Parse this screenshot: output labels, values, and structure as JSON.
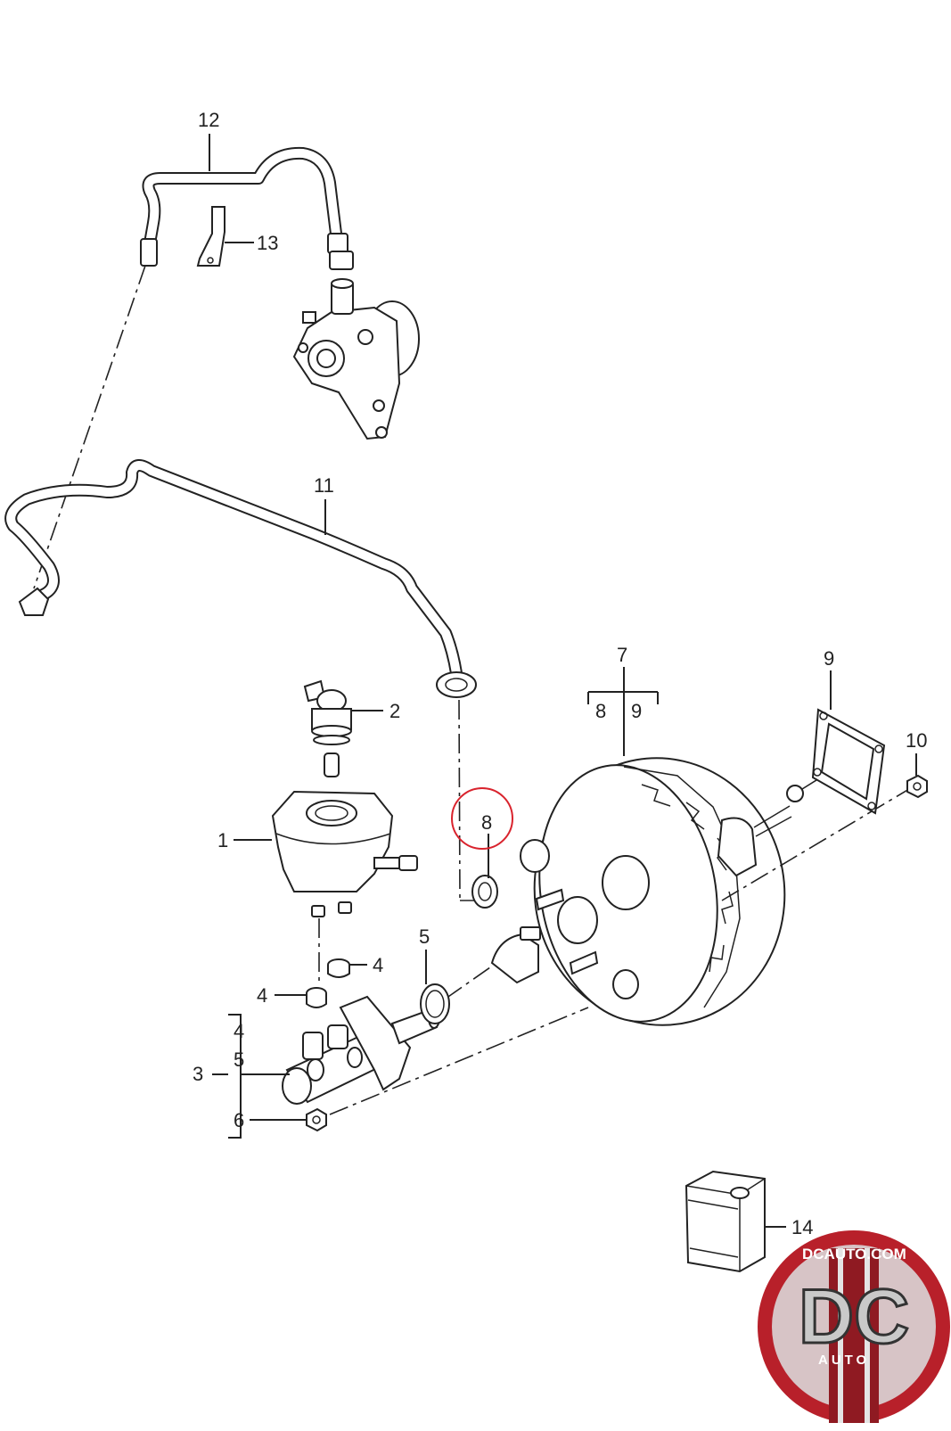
{
  "diagram": {
    "callouts": {
      "c1": "1",
      "c2": "2",
      "c3": "3",
      "c4a": "4",
      "c4b": "4",
      "c4c": "4",
      "c5a": "5",
      "c5b": "5",
      "c6": "6",
      "c7": "7",
      "c8a": "8",
      "c8b": "8",
      "c9a": "9",
      "c9b": "9",
      "c10": "10",
      "c11": "11",
      "c12": "12",
      "c13": "13",
      "c14": "14"
    },
    "highlight_color": "#d9232d"
  },
  "logo": {
    "top_text": "DCAUTO.COM",
    "big_text": "DC",
    "sub_text": "AUTO",
    "ring_color": "#b8202a",
    "stripe_color": "#8f1a22"
  }
}
